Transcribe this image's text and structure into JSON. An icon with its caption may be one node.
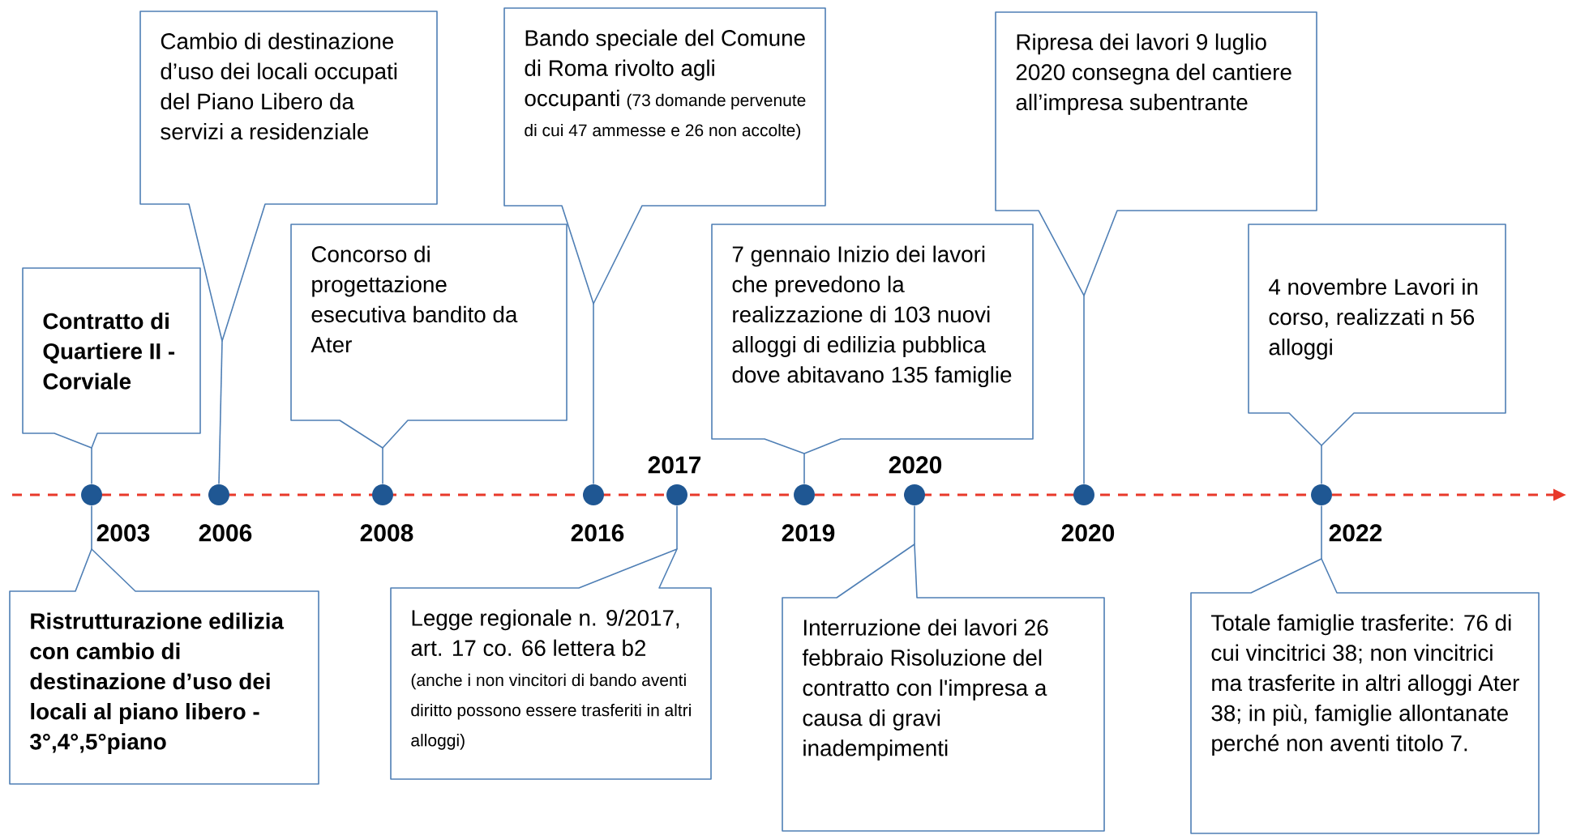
{
  "diagram": {
    "nodes": [
      {
        "text": [
          "Contratto di Quartiere II - Corviale"
        ]
      },
      {
        "text": [
          "Cambio di destinazione d’uso dei locali occupati del Piano Libero da servizi a residenziale"
        ]
      },
      {
        "text": [
          "Concorso di progettazione esecutiva bandito da Ater"
        ]
      },
      {
        "text": [
          "Bando speciale del Comune di Roma rivolto agli occupanti",
          "(73 domande pervenute di cui 47 ammesse e 26 non accolte)"
        ]
      },
      {
        "text": [
          "7 gennaio Inizio dei lavori che prevedono la realizzazione di 103 nuovi alloggi di edilizia pubblica dove abitavano 135 famiglie"
        ]
      },
      {
        "text": [
          "Ripresa dei lavori 9 luglio 2020 consegna del cantiere all’impresa subentrante"
        ]
      },
      {
        "text": [
          "4 novembre Lavori in corso, realizzati n 56 alloggi"
        ]
      },
      {
        "text": [
          "Ristrutturazione edilizia con cambio di destinazione d’uso dei locali al piano libero - 3°,4°,5°piano"
        ]
      },
      {
        "text": [
          "Legge regionale n. 9/2017, art. 17 co. 66 lettera b2",
          "(anche i non vincitori di bando aventi diritto possono essere trasferiti in altri alloggi)"
        ]
      },
      {
        "text": [
          "Interruzione dei lavori 26 febbraio Risoluzione del contratto con l'impresa a causa di gravi inadempimenti"
        ]
      },
      {
        "text": [
          "Totale famiglie trasferite: 76 di cui vincitrici 38; non vincitrici ma trasferite in altri alloggi Ater 38; in più, famiglie allontanate perché non aventi titolo 7."
        ]
      },
      {
        "text": [],
        "shape": "circle"
      },
      {
        "text": [],
        "shape": "circle"
      },
      {
        "text": [],
        "shape": "circle"
      },
      {
        "text": [],
        "shape": "circle"
      },
      {
        "text": [],
        "shape": "circle"
      },
      {
        "text": [],
        "shape": "circle"
      },
      {
        "text": [],
        "shape": "circle"
      },
      {
        "text": [],
        "shape": "circle"
      },
      {
        "text": [],
        "shape": "circle"
      }
    ],
    "labels": [
      "2003",
      "2006",
      "2008",
      "2016",
      "2017",
      "2019",
      "2020",
      "2020",
      "2022"
    ],
    "edges": [
      {
        "from": 0,
        "to": 11,
        "arrow": "none"
      },
      {
        "from": 1,
        "to": 12,
        "arrow": "none"
      },
      {
        "from": 2,
        "to": 13,
        "arrow": "none"
      },
      {
        "from": 3,
        "to": 14,
        "arrow": "none"
      },
      {
        "from": 4,
        "to": 16,
        "arrow": "none"
      },
      {
        "from": 5,
        "to": 18,
        "arrow": "none"
      },
      {
        "from": 6,
        "to": 19,
        "arrow": "none"
      },
      {
        "from": 7,
        "to": 11,
        "arrow": "none"
      },
      {
        "from": 8,
        "to": 15,
        "arrow": "none"
      },
      {
        "from": 9,
        "to": 17,
        "arrow": "none"
      },
      {
        "from": 10,
        "to": 19,
        "arrow": "none"
      }
    ]
  }
}
